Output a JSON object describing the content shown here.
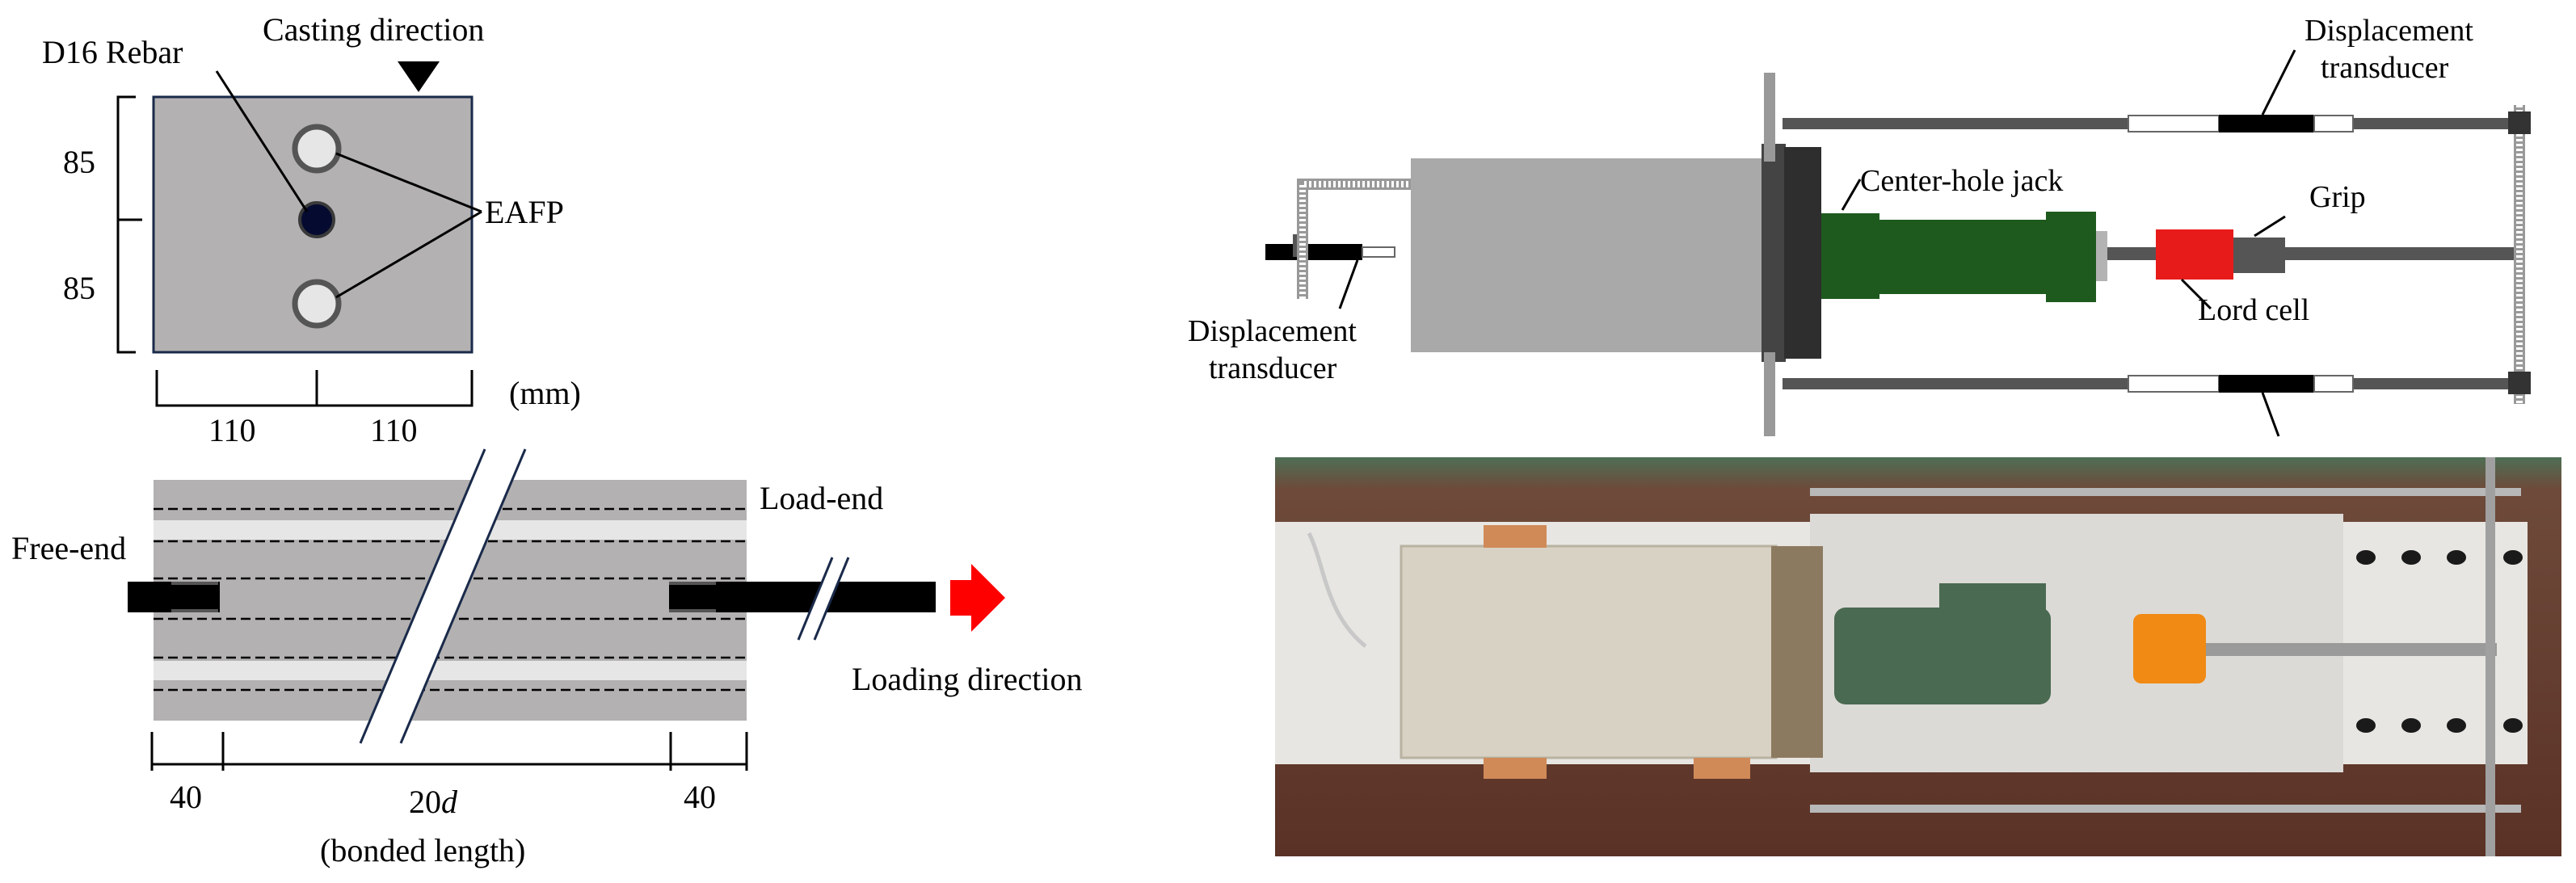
{
  "cross_section": {
    "casting_direction": "Casting direction",
    "rebar_label": "D16 Rebar",
    "eafp_label": "EAFP",
    "dim_top": "85",
    "dim_bottom": "85",
    "dim_left": "110",
    "dim_right": "110",
    "unit": "(mm)"
  },
  "longitudinal": {
    "free_end": "Free-end",
    "load_end": "Load-end",
    "loading_direction": "Loading direction",
    "dim_left": "40",
    "dim_mid_prefix": "20",
    "dim_mid_var": "d",
    "dim_right": "40",
    "bonded_length": "(bonded length)"
  },
  "setup": {
    "displacement_transducer_line1": "Displacement",
    "displacement_transducer_line2": "transducer",
    "center_hole_jack": "Center-hole jack",
    "grip": "Grip",
    "load_cell": "Lord cell"
  },
  "colors": {
    "concrete": "#b3b1b1",
    "jack": "#1e5a1e",
    "load_cell": "#e81b1b",
    "arrow": "#ff0000",
    "rebar": "#000000"
  }
}
